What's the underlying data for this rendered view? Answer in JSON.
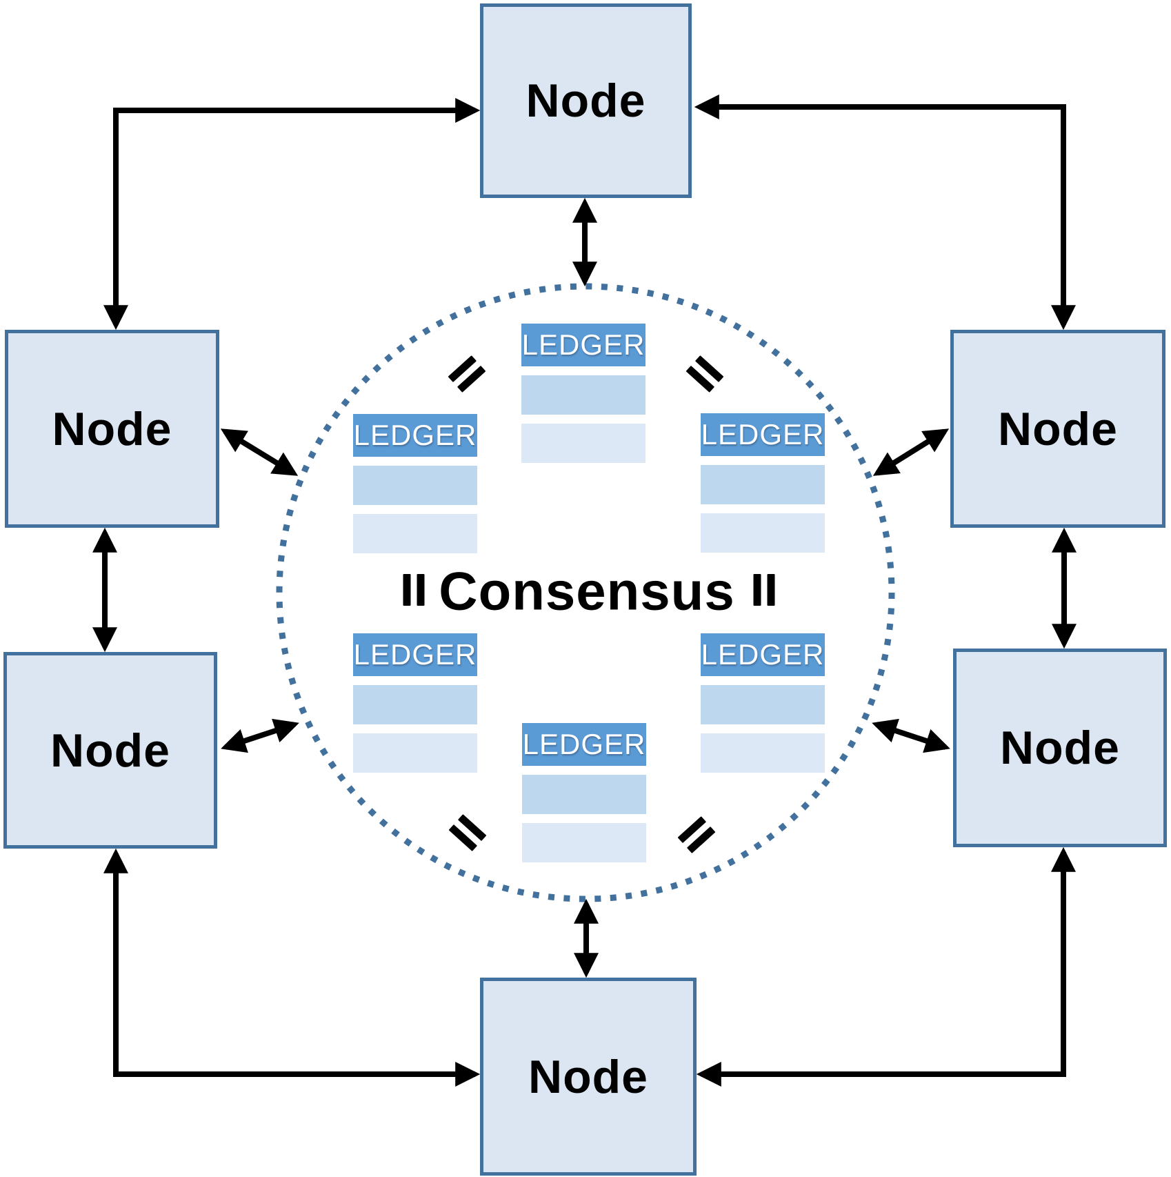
{
  "diagram": {
    "consensus_label": "Consensus",
    "nodes": [
      {
        "position": "top",
        "label": "Node"
      },
      {
        "position": "upper-left",
        "label": "Node"
      },
      {
        "position": "upper-right",
        "label": "Node"
      },
      {
        "position": "lower-left",
        "label": "Node"
      },
      {
        "position": "lower-right",
        "label": "Node"
      },
      {
        "position": "bottom",
        "label": "Node"
      }
    ],
    "ledgers": [
      {
        "position": "top-center",
        "label": "LEDGER",
        "rows": 2
      },
      {
        "position": "upper-left",
        "label": "LEDGER",
        "rows": 2
      },
      {
        "position": "upper-right",
        "label": "LEDGER",
        "rows": 2
      },
      {
        "position": "lower-left",
        "label": "LEDGER",
        "rows": 2
      },
      {
        "position": "lower-right",
        "label": "LEDGER",
        "rows": 2
      },
      {
        "position": "bottom-center",
        "label": "LEDGER",
        "rows": 2
      }
    ],
    "equals_sign_count": 6,
    "connections": {
      "node_to_node_arrows": 6,
      "node_to_circle_arrows": 6,
      "style": "double-headed"
    },
    "colors": {
      "node_fill": "#dce6f2",
      "node_border": "#41719c",
      "ledger_header": "#5b9bd5",
      "ledger_row_medium": "#bdd7ee",
      "ledger_row_light": "#dce8f5",
      "circle_dotted": "#41719c",
      "arrow": "#000000",
      "ledger_text": "#ffffff",
      "label_text": "#000000"
    }
  }
}
